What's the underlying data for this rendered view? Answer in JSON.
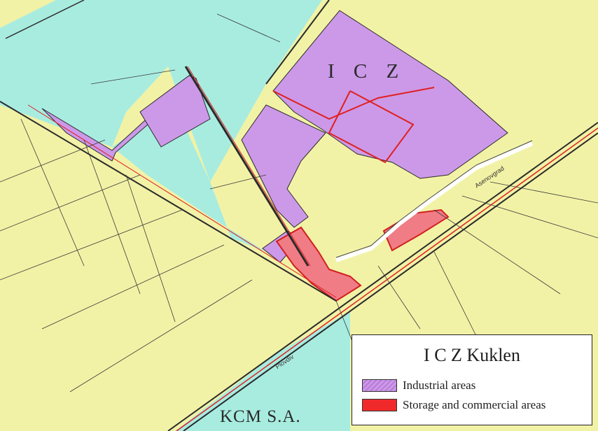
{
  "map": {
    "zone_label": "I C Z",
    "kcm_label": "KCM S.A.",
    "road_labels": [
      "Plovdiv",
      "Asenovgrad"
    ],
    "colors": {
      "yellow_zone": "#f2f2a6",
      "cyan_zone": "#a8ece0",
      "industrial": "#cc99e8",
      "storage": "#f07c86",
      "red_line": "#e02020",
      "dark_line": "#2a2a2a"
    }
  },
  "legend": {
    "title": "I C Z Kuklen",
    "items": [
      {
        "label": "Industrial areas",
        "color": "#cc99e8"
      },
      {
        "label": "Storage and commercial areas",
        "color": "#f02a2a"
      }
    ]
  }
}
